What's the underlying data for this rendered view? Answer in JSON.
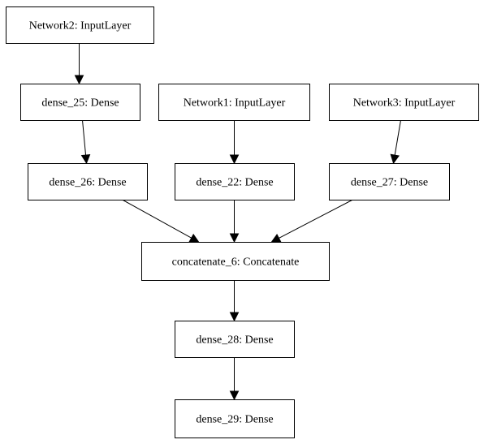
{
  "diagram": {
    "nodes": [
      {
        "id": "network2",
        "label": "Network2: InputLayer"
      },
      {
        "id": "dense_25",
        "label": "dense_25: Dense"
      },
      {
        "id": "network1",
        "label": "Network1: InputLayer"
      },
      {
        "id": "network3",
        "label": "Network3: InputLayer"
      },
      {
        "id": "dense_26",
        "label": "dense_26: Dense"
      },
      {
        "id": "dense_22",
        "label": "dense_22: Dense"
      },
      {
        "id": "dense_27",
        "label": "dense_27: Dense"
      },
      {
        "id": "concatenate_6",
        "label": "concatenate_6: Concatenate"
      },
      {
        "id": "dense_28",
        "label": "dense_28: Dense"
      },
      {
        "id": "dense_29",
        "label": "dense_29: Dense"
      }
    ],
    "edges": [
      {
        "from": "network2",
        "to": "dense_25"
      },
      {
        "from": "dense_25",
        "to": "dense_26"
      },
      {
        "from": "network1",
        "to": "dense_22"
      },
      {
        "from": "network3",
        "to": "dense_27"
      },
      {
        "from": "dense_26",
        "to": "concatenate_6"
      },
      {
        "from": "dense_22",
        "to": "concatenate_6"
      },
      {
        "from": "dense_27",
        "to": "concatenate_6"
      },
      {
        "from": "concatenate_6",
        "to": "dense_28"
      },
      {
        "from": "dense_28",
        "to": "dense_29"
      }
    ]
  }
}
